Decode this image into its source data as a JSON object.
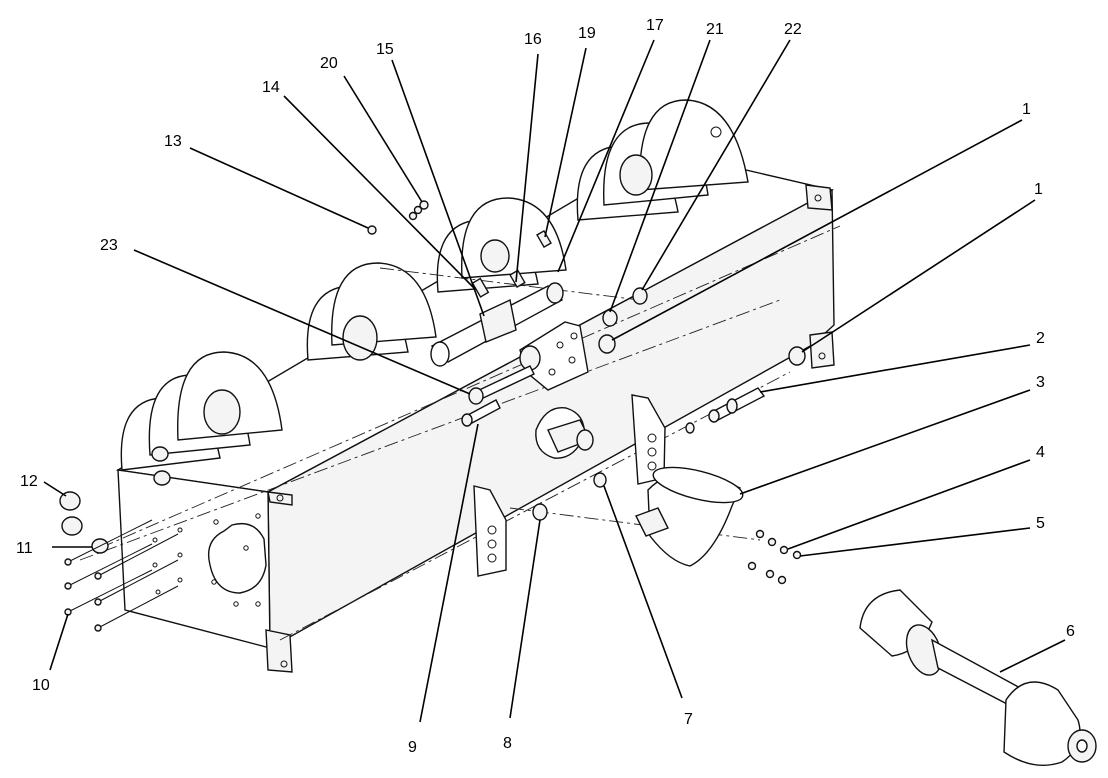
{
  "callouts": [
    {
      "id": "c1a",
      "text": "1"
    },
    {
      "id": "c1b",
      "text": "1"
    },
    {
      "id": "c2",
      "text": "2"
    },
    {
      "id": "c3",
      "text": "3"
    },
    {
      "id": "c4",
      "text": "4"
    },
    {
      "id": "c5",
      "text": "5"
    },
    {
      "id": "c6",
      "text": "6"
    },
    {
      "id": "c7",
      "text": "7"
    },
    {
      "id": "c8",
      "text": "8"
    },
    {
      "id": "c9",
      "text": "9"
    },
    {
      "id": "c10",
      "text": "10"
    },
    {
      "id": "c11",
      "text": "11"
    },
    {
      "id": "c12",
      "text": "12"
    },
    {
      "id": "c13",
      "text": "13"
    },
    {
      "id": "c14",
      "text": "14"
    },
    {
      "id": "c15",
      "text": "15"
    },
    {
      "id": "c16",
      "text": "16"
    },
    {
      "id": "c17",
      "text": "17"
    },
    {
      "id": "c19",
      "text": "19"
    },
    {
      "id": "c20",
      "text": "20"
    },
    {
      "id": "c21",
      "text": "21"
    },
    {
      "id": "c22",
      "text": "22"
    },
    {
      "id": "c23",
      "text": "23"
    }
  ]
}
